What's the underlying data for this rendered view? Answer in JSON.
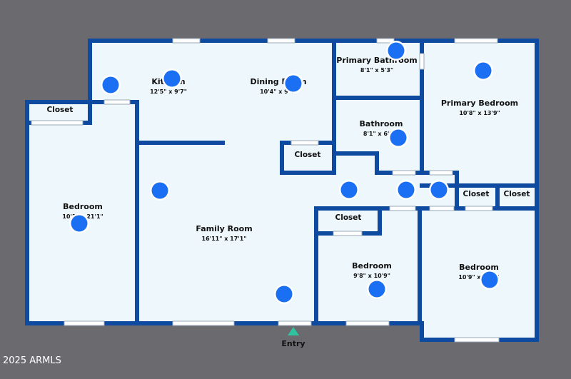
{
  "rooms": {
    "kitchen": {
      "name": "Kitchen",
      "dims": "12'5\" x 9'7\""
    },
    "dining": {
      "name": "Dining Room",
      "dims": "10'4\" x 9'4\""
    },
    "primary_bath": {
      "name": "Primary Bathroom",
      "dims": "8'1\" x 5'3\""
    },
    "bathroom": {
      "name": "Bathroom",
      "dims": "8'1\" x 6'0\""
    },
    "primary_bed": {
      "name": "Primary Bedroom",
      "dims": "10'8\" x 13'9\""
    },
    "bedroom_left": {
      "name": "Bedroom",
      "dims": "10'1\" x 21'1\""
    },
    "family": {
      "name": "Family Room",
      "dims": "16'11\" x 17'1\""
    },
    "bedroom_mid": {
      "name": "Bedroom",
      "dims": "9'8\" x 10'9\""
    },
    "bedroom_right": {
      "name": "Bedroom",
      "dims": "10'9\" x 11'0\""
    }
  },
  "closets": {
    "left": "Closet",
    "center": "Closet",
    "mid": "Closet",
    "right_a": "Closet",
    "right_b": "Closet"
  },
  "entry_label": "Entry",
  "copyright": "2025 ARMLS",
  "colors": {
    "background": "#6b6b6f",
    "floor": "#eef8fc",
    "wall": "#0d4aa0",
    "marker": "#1b6ff2",
    "entry_arrow": "#2fc3a0"
  }
}
